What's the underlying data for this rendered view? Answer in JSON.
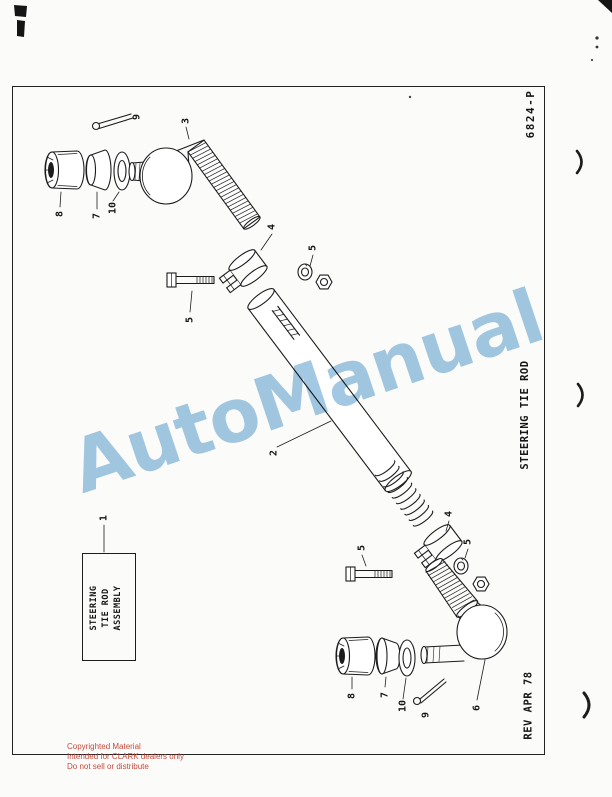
{
  "document": {
    "part_code": "6824-P",
    "side_title": "STEERING TIE ROD",
    "revision": "REV APR 78",
    "assembly_box": {
      "line1": "STEERING",
      "line2": "TIE ROD",
      "line3": "ASSEMBLY"
    },
    "watermark_text": "AutoManual",
    "copyright": {
      "line1": "Copyrighted Material",
      "line2": "Intended for CLARK dealers only",
      "line3": "Do not sell or distribute"
    },
    "callouts": {
      "1": "1",
      "2": "2",
      "3": "3",
      "4": "4",
      "5": "5",
      "6": "6",
      "7": "7",
      "8": "8",
      "9": "9",
      "10": "10"
    }
  },
  "colors": {
    "ink": "#1c1c1c",
    "watermark_blue": "#9cc4e2",
    "copyright_red": "#c74a3c",
    "paper": "#fbfbfa"
  }
}
